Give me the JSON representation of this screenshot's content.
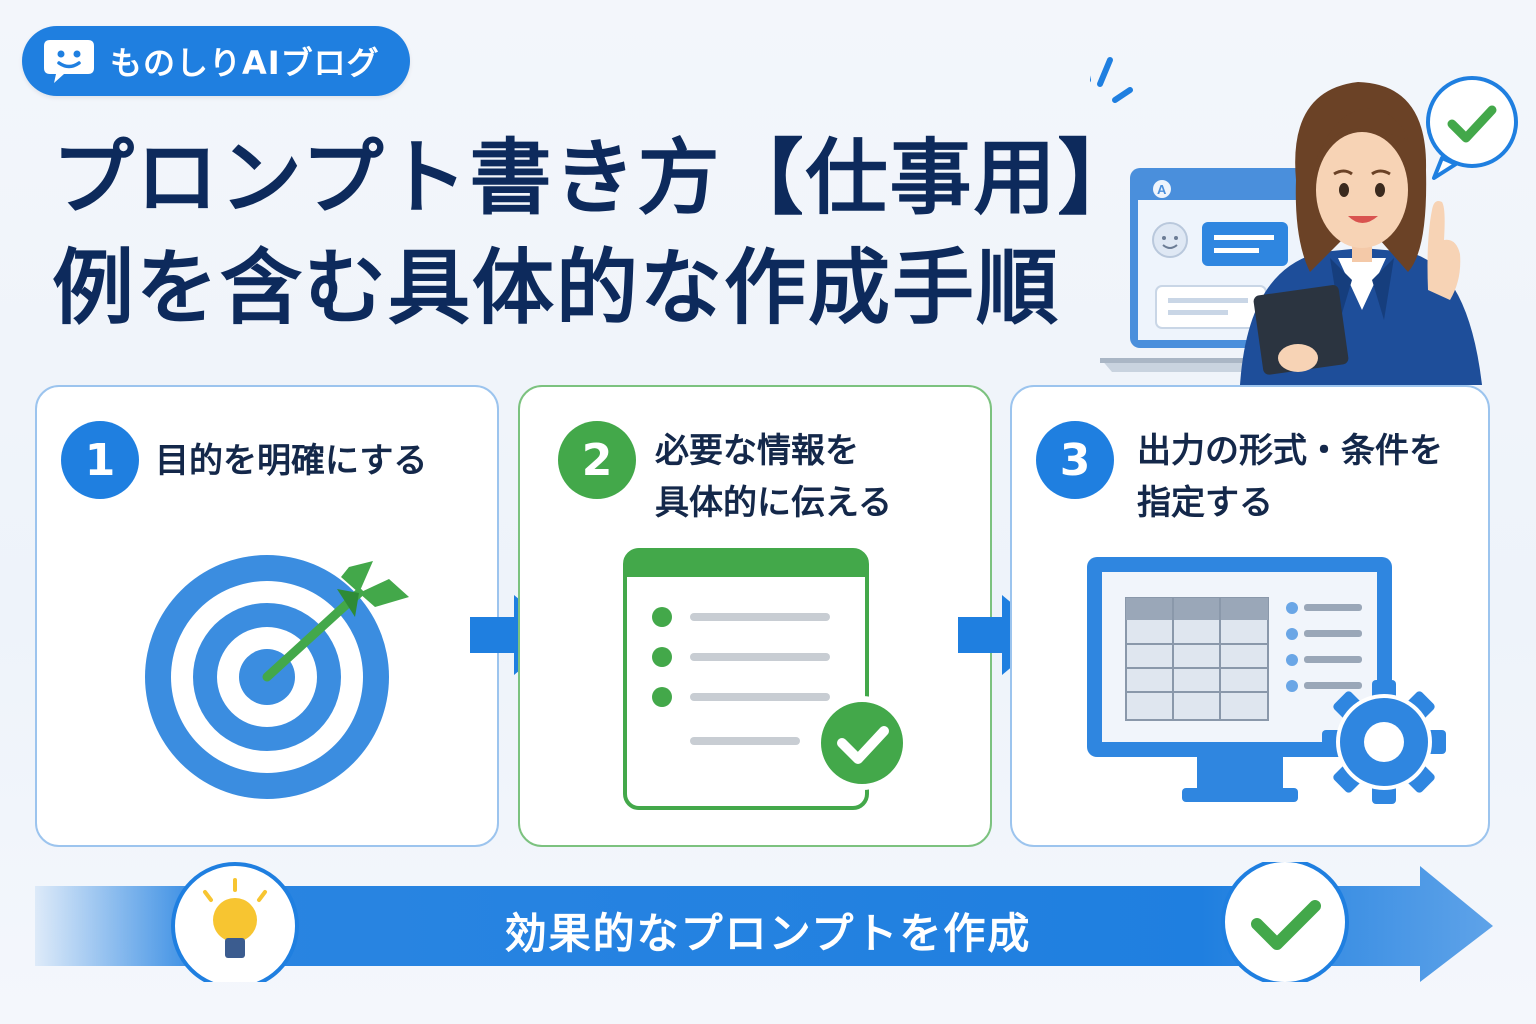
{
  "brand": {
    "name": "ものしりAIブログ",
    "icon": "chat-bubble-face-icon"
  },
  "title": {
    "line1": "プロンプト書き方【仕事用】",
    "line2": "例を含む具体的な作成手順"
  },
  "steps": [
    {
      "number": "1",
      "label_lines": [
        "目的を明確にする"
      ],
      "icon": "target-arrow-icon",
      "color": "#1f7fe0"
    },
    {
      "number": "2",
      "label_lines": [
        "必要な情報を",
        "具体的に伝える"
      ],
      "icon": "checklist-window-icon",
      "color": "#43a84a"
    },
    {
      "number": "3",
      "label_lines": [
        "出力の形式・条件を",
        "指定する"
      ],
      "icon": "monitor-table-gear-icon",
      "color": "#1f7fe0"
    }
  ],
  "banner": {
    "text": "効果的なプロンプトを作成",
    "left_icon": "lightbulb-icon",
    "right_icon": "check-icon"
  },
  "hero": {
    "laptop_badge": "A",
    "icons": [
      "person-with-tablet-icon",
      "laptop-chat-icon",
      "check-speech-bubble-icon"
    ]
  },
  "colors": {
    "primary": "#1f7fe0",
    "green": "#43a84a",
    "navy": "#0d2a5c"
  }
}
